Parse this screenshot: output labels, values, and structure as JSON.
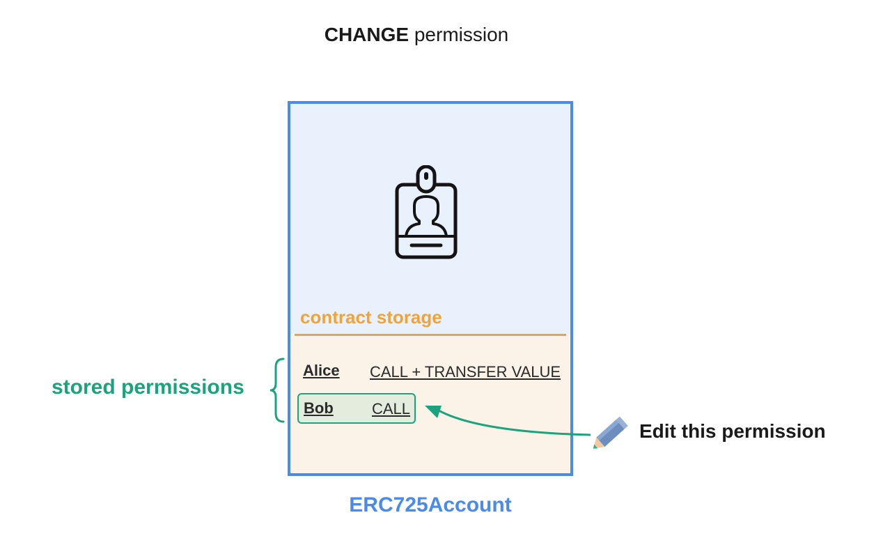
{
  "title": {
    "strong": "CHANGE",
    "rest": "permission"
  },
  "storage": {
    "label": "contract storage"
  },
  "permissions": [
    {
      "name": "Alice",
      "permission": "CALL + TRANSFER VALUE"
    },
    {
      "name": "Bob",
      "permission": "CALL"
    }
  ],
  "stored_label": "stored permissions",
  "edit_label": "Edit this permission",
  "account_label": "ERC725Account",
  "icons": {
    "badge": "id-badge-icon",
    "pencil": "pencil-icon",
    "brace": "curly-brace-icon",
    "arrow": "arrow-icon"
  },
  "colors": {
    "account": "#4a8ae8",
    "storage": "#efa43a",
    "highlight": "#1aa37c",
    "upper_fill": "#e9f1fc",
    "lower_fill": "#fbf3e8"
  }
}
